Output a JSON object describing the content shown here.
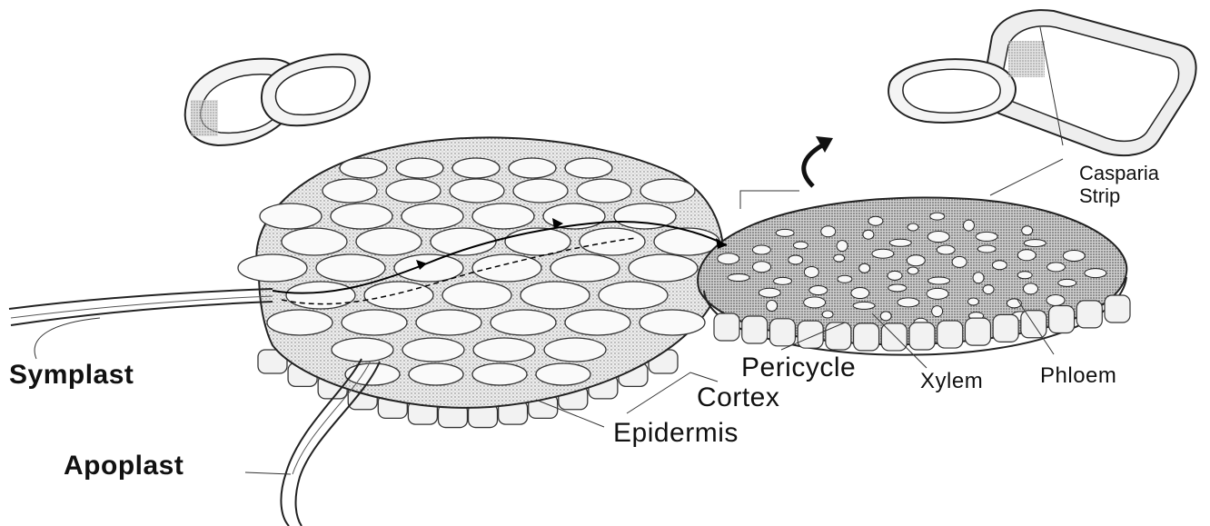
{
  "labels": {
    "casparian_line1": "Casparia",
    "casparian_line2": "Strip",
    "symplast": "Symplast",
    "apoplast": "Apoplast",
    "pericycle": "Pericycle",
    "cortex": "Cortex",
    "epidermis": "Epidermis",
    "xylem": "Xylem",
    "phloem": "Phloem"
  }
}
